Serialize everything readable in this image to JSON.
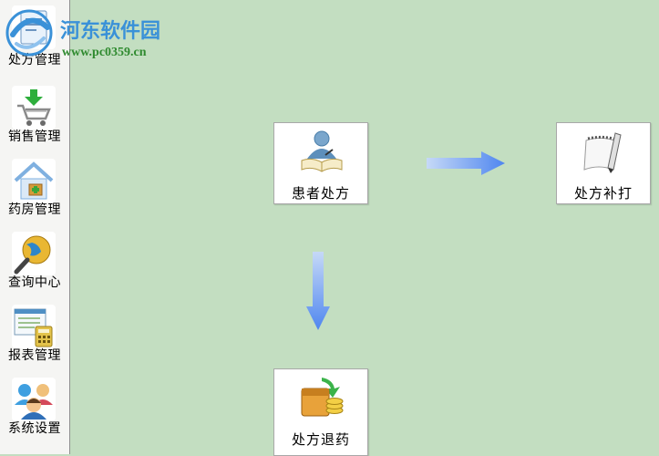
{
  "watermark": {
    "title": "河东软件园",
    "url": "www.pc0359.cn"
  },
  "sidebar": {
    "items": [
      {
        "label": "处方管理",
        "icon": "prescription-icon"
      },
      {
        "label": "销售管理",
        "icon": "shopping-cart-icon"
      },
      {
        "label": "药房管理",
        "icon": "pharmacy-house-icon"
      },
      {
        "label": "查询中心",
        "icon": "globe-search-icon"
      },
      {
        "label": "报表管理",
        "icon": "report-calculator-icon"
      },
      {
        "label": "系统设置",
        "icon": "users-settings-icon"
      }
    ]
  },
  "main": {
    "tiles": {
      "patient_prescription": {
        "label": "患者处方",
        "icon": "person-book-icon"
      },
      "prescription_reprint": {
        "label": "处方补打",
        "icon": "notepad-pen-icon"
      },
      "prescription_return": {
        "label": "处方退药",
        "icon": "wallet-coins-icon"
      }
    }
  },
  "colors": {
    "background": "#c3dec1",
    "arrow": "#5b8ff0",
    "watermark_blue": "#3a91d8",
    "watermark_green": "#2f8a2f"
  }
}
